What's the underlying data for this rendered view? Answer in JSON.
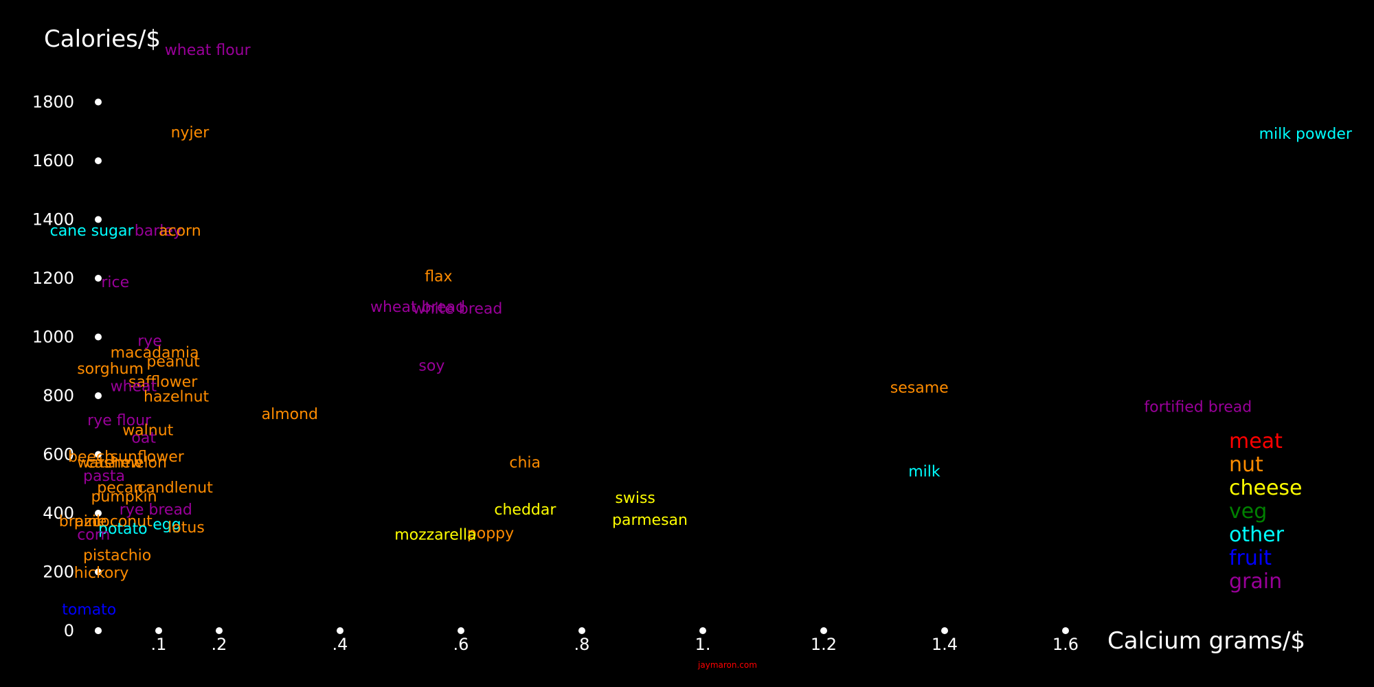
{
  "chart_data": {
    "type": "scatter",
    "ylabel": "Calories/$",
    "xlabel": "Calcium grams/$",
    "credit": "jaymaron.com",
    "x_ticks": [
      {
        "value": 0,
        "label": ""
      },
      {
        "value": 0.1,
        "label": ".1"
      },
      {
        "value": 0.2,
        "label": ".2"
      },
      {
        "value": 0.4,
        "label": ".4"
      },
      {
        "value": 0.6,
        "label": ".6"
      },
      {
        "value": 0.8,
        "label": ".8"
      },
      {
        "value": 1.0,
        "label": "1."
      },
      {
        "value": 1.2,
        "label": "1.2"
      },
      {
        "value": 1.4,
        "label": "1.4"
      },
      {
        "value": 1.6,
        "label": "1.6"
      }
    ],
    "y_ticks": [
      {
        "value": 0,
        "label": "0"
      },
      {
        "value": 200,
        "label": "200"
      },
      {
        "value": 400,
        "label": "400"
      },
      {
        "value": 600,
        "label": "600"
      },
      {
        "value": 800,
        "label": "800"
      },
      {
        "value": 1000,
        "label": "1000"
      },
      {
        "value": 1200,
        "label": "1200"
      },
      {
        "value": 1400,
        "label": "1400"
      },
      {
        "value": 1600,
        "label": "1600"
      },
      {
        "value": 1800,
        "label": "1800"
      }
    ],
    "xlim": [
      0,
      2.1
    ],
    "ylim": [
      0,
      2020
    ],
    "legend_position": "right",
    "categories": [
      {
        "name": "meat",
        "color": "#ff0000"
      },
      {
        "name": "nut",
        "color": "#ff8c00"
      },
      {
        "name": "cheese",
        "color": "#ffff00"
      },
      {
        "name": "veg",
        "color": "#008000"
      },
      {
        "name": "other",
        "color": "#00ffff"
      },
      {
        "name": "fruit",
        "color": "#0000ff"
      },
      {
        "name": "grain",
        "color": "#990099"
      }
    ],
    "points": [
      {
        "label": "wheat flour",
        "x": 0.11,
        "y": 1960,
        "cat": "grain"
      },
      {
        "label": "nyjer",
        "x": 0.12,
        "y": 1680,
        "cat": "nut"
      },
      {
        "label": "milk powder",
        "x": 1.92,
        "y": 1675,
        "cat": "other"
      },
      {
        "label": "cane sugar",
        "x": -0.08,
        "y": 1345,
        "cat": "other"
      },
      {
        "label": "barley",
        "x": 0.06,
        "y": 1345,
        "cat": "grain"
      },
      {
        "label": "acorn",
        "x": 0.1,
        "y": 1345,
        "cat": "nut"
      },
      {
        "label": "flax",
        "x": 0.54,
        "y": 1190,
        "cat": "nut"
      },
      {
        "label": "rice",
        "x": 0.005,
        "y": 1170,
        "cat": "grain"
      },
      {
        "label": "wheat bread",
        "x": 0.45,
        "y": 1085,
        "cat": "grain"
      },
      {
        "label": "white bread",
        "x": 0.52,
        "y": 1080,
        "cat": "grain"
      },
      {
        "label": "rye",
        "x": 0.065,
        "y": 970,
        "cat": "grain"
      },
      {
        "label": "macadamia",
        "x": 0.02,
        "y": 930,
        "cat": "nut"
      },
      {
        "label": "peanut",
        "x": 0.08,
        "y": 900,
        "cat": "nut"
      },
      {
        "label": "soy",
        "x": 0.53,
        "y": 885,
        "cat": "grain"
      },
      {
        "label": "sorghum",
        "x": -0.035,
        "y": 875,
        "cat": "nut"
      },
      {
        "label": "safflower",
        "x": 0.05,
        "y": 830,
        "cat": "nut"
      },
      {
        "label": "wheat",
        "x": 0.02,
        "y": 815,
        "cat": "grain"
      },
      {
        "label": "sesame",
        "x": 1.31,
        "y": 810,
        "cat": "nut"
      },
      {
        "label": "hazelnut",
        "x": 0.075,
        "y": 780,
        "cat": "nut"
      },
      {
        "label": "fortified bread",
        "x": 1.73,
        "y": 745,
        "cat": "grain"
      },
      {
        "label": "almond",
        "x": 0.27,
        "y": 720,
        "cat": "nut"
      },
      {
        "label": "rye flour",
        "x": -0.018,
        "y": 700,
        "cat": "grain"
      },
      {
        "label": "walnut",
        "x": 0.04,
        "y": 665,
        "cat": "nut"
      },
      {
        "label": "oat",
        "x": 0.055,
        "y": 640,
        "cat": "grain"
      },
      {
        "label": "beech",
        "x": -0.05,
        "y": 575,
        "cat": "nut"
      },
      {
        "label": "sunflower",
        "x": 0.02,
        "y": 575,
        "cat": "nut"
      },
      {
        "label": "watermelon",
        "x": -0.035,
        "y": 555,
        "cat": "nut"
      },
      {
        "label": "cashew",
        "x": -0.02,
        "y": 555,
        "cat": "nut"
      },
      {
        "label": "chia",
        "x": 0.68,
        "y": 555,
        "cat": "nut"
      },
      {
        "label": "milk",
        "x": 1.34,
        "y": 525,
        "cat": "other"
      },
      {
        "label": "pasta",
        "x": -0.025,
        "y": 510,
        "cat": "grain"
      },
      {
        "label": "candlenut",
        "x": 0.065,
        "y": 470,
        "cat": "nut"
      },
      {
        "label": "pecan",
        "x": -0.002,
        "y": 470,
        "cat": "nut"
      },
      {
        "label": "pumpkin",
        "x": -0.012,
        "y": 440,
        "cat": "nut"
      },
      {
        "label": "swiss",
        "x": 0.855,
        "y": 435,
        "cat": "cheese"
      },
      {
        "label": "cheddar",
        "x": 0.655,
        "y": 395,
        "cat": "cheese"
      },
      {
        "label": "rye bread",
        "x": 0.035,
        "y": 395,
        "cat": "grain"
      },
      {
        "label": "brazil",
        "x": -0.065,
        "y": 355,
        "cat": "nut"
      },
      {
        "label": "pine",
        "x": -0.04,
        "y": 355,
        "cat": "nut"
      },
      {
        "label": "coconut",
        "x": -0.01,
        "y": 355,
        "cat": "nut"
      },
      {
        "label": "parmesan",
        "x": 0.85,
        "y": 360,
        "cat": "cheese"
      },
      {
        "label": "egg",
        "x": 0.09,
        "y": 345,
        "cat": "other"
      },
      {
        "label": "lotus",
        "x": 0.115,
        "y": 335,
        "cat": "nut"
      },
      {
        "label": "potato",
        "x": 0.0,
        "y": 330,
        "cat": "other"
      },
      {
        "label": "poppy",
        "x": 0.61,
        "y": 315,
        "cat": "nut"
      },
      {
        "label": "mozzarella",
        "x": 0.49,
        "y": 310,
        "cat": "cheese"
      },
      {
        "label": "corn",
        "x": -0.035,
        "y": 310,
        "cat": "grain"
      },
      {
        "label": "pistachio",
        "x": -0.025,
        "y": 240,
        "cat": "nut"
      },
      {
        "label": "hickory",
        "x": -0.04,
        "y": 180,
        "cat": "nut"
      },
      {
        "label": "tomato",
        "x": -0.06,
        "y": 55,
        "cat": "fruit"
      }
    ]
  }
}
